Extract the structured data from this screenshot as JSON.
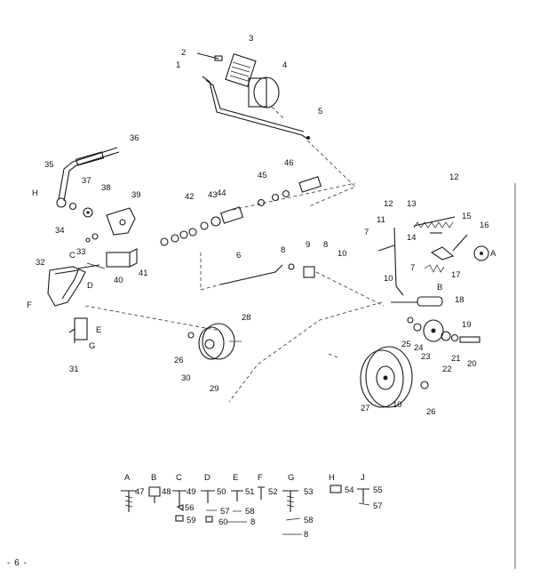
{
  "page_number": "- 6 -",
  "part_labels": [
    "1",
    "2",
    "3",
    "4",
    "5",
    "36",
    "35",
    "H",
    "37",
    "38",
    "39",
    "45",
    "46",
    "42",
    "43",
    "44",
    "12",
    "13",
    "15",
    "16",
    "11",
    "7",
    "14",
    "A",
    "34",
    "33",
    "32",
    "C",
    "D",
    "F",
    "40",
    "41",
    "6",
    "8",
    "9",
    "10",
    "17",
    "18",
    "B",
    "19",
    "25",
    "24",
    "23",
    "22",
    "21",
    "20",
    "28",
    "E",
    "G",
    "31",
    "26",
    "30",
    "29",
    "27"
  ],
  "hardware_legend": {
    "items": [
      {
        "letter": "A",
        "part": "47"
      },
      {
        "letter": "B",
        "part": "48"
      },
      {
        "letter": "C",
        "part": "49",
        "extras": [
          "56",
          "59"
        ]
      },
      {
        "letter": "D",
        "part": "50",
        "extras": [
          "57",
          "60",
          "8"
        ]
      },
      {
        "letter": "E",
        "part": "51",
        "extras": [
          "58"
        ]
      },
      {
        "letter": "F",
        "part": "52"
      },
      {
        "letter": "G",
        "part": "53",
        "extras": [
          "58",
          "8"
        ]
      },
      {
        "letter": "H",
        "part": "54"
      },
      {
        "letter": "J",
        "part": "55",
        "extras": [
          "57"
        ]
      }
    ]
  }
}
